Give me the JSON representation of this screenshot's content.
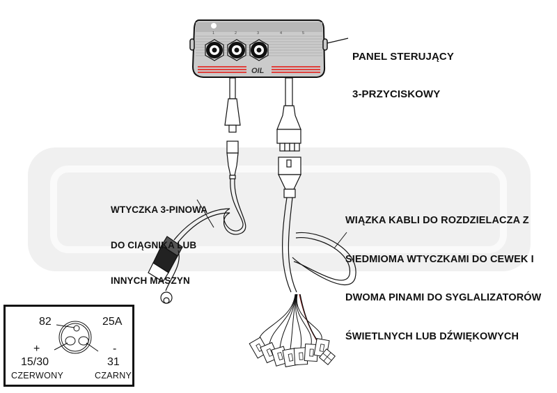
{
  "diagram": {
    "title": "Oil control panel wiring kit",
    "watermark": {
      "shape": "rounded-rectangle",
      "color": "#f0f0f0"
    },
    "control_panel": {
      "button_numbers": [
        "1",
        "2",
        "3",
        "4",
        "5"
      ],
      "buttons_count": 3,
      "brand_text": "OIL",
      "stripe_color": "#e0403c",
      "body_color": "#c8c8c8",
      "label_lines": [
        "PANEL STERUJĄCY",
        "3-PRZYCISKOWY"
      ]
    },
    "plug_label_lines": [
      "WTYCZKA 3-PINOWA",
      "DO CIĄGNIKA LUB",
      "INNYCH MASZYN"
    ],
    "harness_label_lines": [
      "WIĄZKA KABLI DO ROZDZIELACZA Z",
      "SIEDMIOMA WTYCZKAMI DO CEWEK I",
      "DWOMA PINAMI DO SYGLALIZATORÓW",
      "ŚWIETLNYCH LUB DŹWIĘKOWYCH"
    ],
    "harness": {
      "coil_plugs": 7,
      "signal_pins": 2,
      "signal_wire_colors": [
        "#8b1a1a",
        "#111111"
      ]
    },
    "pinout": {
      "pin_top": "82",
      "rating": "25A",
      "pin_left_sign": "+",
      "pin_left_number": "15/30",
      "pin_left_color": "CZERWONY",
      "pin_right_sign": "-",
      "pin_right_number": "31",
      "pin_right_color": "CZARNY"
    }
  }
}
